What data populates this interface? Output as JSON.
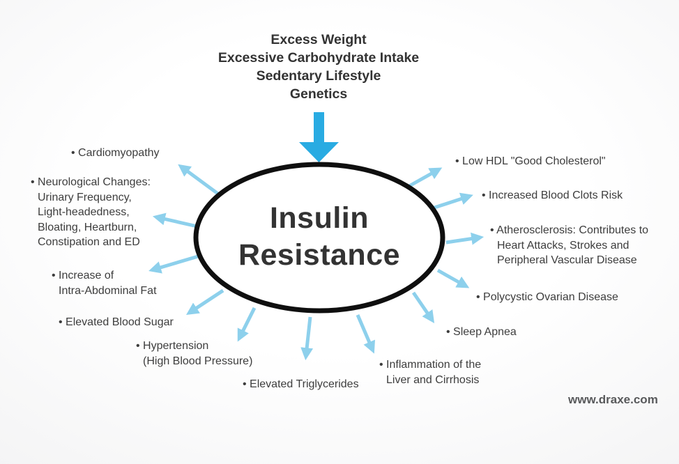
{
  "causes": {
    "text": "Excess Weight\nExcessive Carbohydrate Intake\nSedentary Lifestyle\nGenetics"
  },
  "center": {
    "label": "Insulin\nResistance"
  },
  "effects": [
    {
      "id": "cardiomyopathy",
      "label": "• Cardiomyopathy"
    },
    {
      "id": "neurological-changes",
      "label": "• Neurological Changes:\nUrinary Frequency,\nLight-headedness,\nBloating, Heartburn,\nConstipation and ED"
    },
    {
      "id": "intra-abdominal-fat",
      "label": "• Increase of\nIntra-Abdominal Fat"
    },
    {
      "id": "elevated-blood-sugar",
      "label": "• Elevated Blood Sugar"
    },
    {
      "id": "hypertension",
      "label": "• Hypertension\n(High Blood Pressure)"
    },
    {
      "id": "elevated-triglycerides",
      "label": "• Elevated Triglycerides"
    },
    {
      "id": "inflammation-liver",
      "label": "• Inflammation of the\nLiver and Cirrhosis"
    },
    {
      "id": "sleep-apnea",
      "label": "• Sleep Apnea"
    },
    {
      "id": "polycystic-ovarian-disease",
      "label": "• Polycystic Ovarian Disease"
    },
    {
      "id": "atherosclerosis",
      "label": "• Atherosclerosis: Contributes to\nHeart Attacks, Strokes and\nPeripheral Vascular Disease"
    },
    {
      "id": "blood-clots-risk",
      "label": "• Increased Blood Clots Risk"
    },
    {
      "id": "low-hdl",
      "label": "• Low HDL \"Good Cholesterol\""
    }
  ],
  "watermark": "www.draxe.com",
  "colors": {
    "big_arrow": "#29abe2",
    "small_arrow": "#8dd0ec",
    "ellipse_stroke": "#0f0f0f",
    "ellipse_fill": "#ffffff",
    "heading_text": "#333333",
    "label_text": "#3d3d3d",
    "watermark_text": "#58595b",
    "background_center": "#ffffff",
    "background_edge": "#eaeaec"
  }
}
